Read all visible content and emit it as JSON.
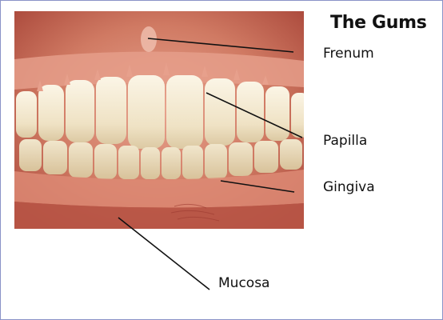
{
  "title": "The Gums",
  "labels": {
    "frenum": "Frenum",
    "papilla": "Papilla",
    "gingiva": "Gingiva",
    "mucosa": "Mucosa"
  },
  "colors": {
    "border": "#8a93c7",
    "gum": "#c9614f",
    "gum_light": "#e49a86",
    "tooth": "#f4ead2",
    "leader_line": "#111111"
  }
}
